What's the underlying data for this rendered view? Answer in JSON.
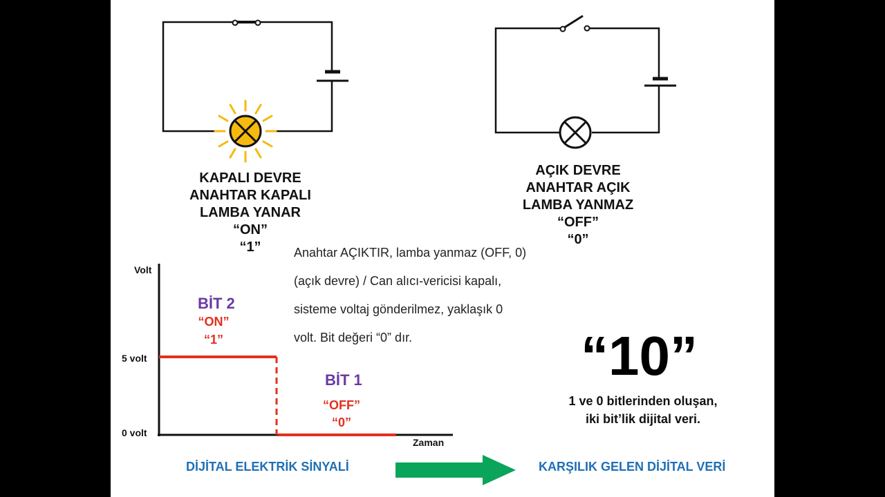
{
  "closed_circuit": {
    "lines": [
      "KAPALI DEVRE",
      "ANAHTAR KAPALI",
      "LAMBA YANAR",
      "“ON”",
      "“1”"
    ]
  },
  "open_circuit": {
    "lines": [
      "AÇIK DEVRE",
      "ANAHTAR AÇIK",
      "LAMBA YANMAZ",
      "“OFF”",
      "“0”"
    ]
  },
  "description": {
    "lines": [
      "Anahtar AÇIKTIR, lamba yanmaz (OFF, 0)",
      "(açık devre) / Can alıcı-vericisi kapalı,",
      "sisteme voltaj gönderilmez, yaklaşık 0",
      "volt. Bit değeri “0” dır."
    ]
  },
  "signal": {
    "y_axis_label": "Volt",
    "x_axis_label": "Zaman",
    "high_label": "5 volt",
    "low_label": "0 volt",
    "bit2_title": "BİT 2",
    "bit2_state": "“ON”",
    "bit2_value": "“1”",
    "bit1_title": "BİT 1",
    "bit1_state": "“OFF”",
    "bit1_value": "“0”"
  },
  "result": {
    "value": "“10”",
    "line1": "1 ve 0 bitlerinden oluşan,",
    "line2": "iki bit’lik dijital veri."
  },
  "footer": {
    "left_label": "DİJİTAL ELEKTRİK SİNYALİ",
    "right_label": "KARŞILIK GELEN DİJİTAL VERİ"
  },
  "colors": {
    "signal": "#e0301e",
    "bit_title": "#6a3aa2",
    "footer_text": "#1f6fb5",
    "arrow": "#0aa55a",
    "lamp_on": "#f6b90f"
  }
}
